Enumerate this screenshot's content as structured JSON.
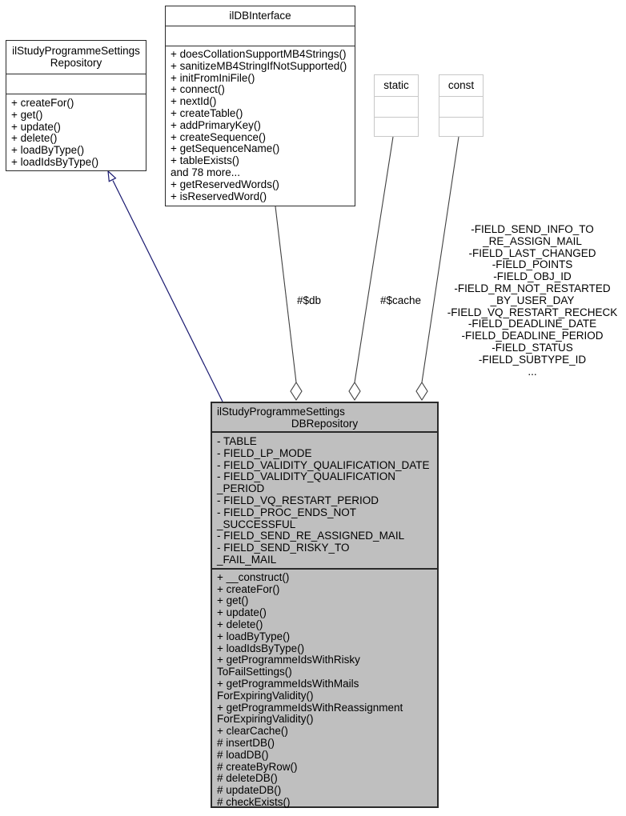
{
  "classes": {
    "settings_repository": {
      "name_lines": [
        "ilStudyProgrammeSettings",
        "Repository"
      ],
      "methods": [
        "+ createFor()",
        "+ get()",
        "+ update()",
        "+ delete()",
        "+ loadByType()",
        "+ loadIdsByType()"
      ]
    },
    "db_interface": {
      "name": "ilDBInterface",
      "methods": [
        "+ doesCollationSupportMB4Strings()",
        "+ sanitizeMB4StringIfNotSupported()",
        "+ initFromIniFile()",
        "+ connect()",
        "+ nextId()",
        "+ createTable()",
        "+ addPrimaryKey()",
        "+ createSequence()",
        "+ getSequenceName()",
        "+ tableExists()",
        "and 78 more...",
        "+ getReservedWords()",
        "+ isReservedWord()"
      ]
    },
    "static_type": {
      "name": "static"
    },
    "const_type": {
      "name": "const"
    },
    "settings_db_repository": {
      "name_lines": [
        "ilStudyProgrammeSettings",
        "DBRepository"
      ],
      "attributes": [
        "- TABLE",
        "- FIELD_LP_MODE",
        "- FIELD_VALIDITY_QUALIFICATION_DATE",
        "- FIELD_VALIDITY_QUALIFICATION",
        "_PERIOD",
        "- FIELD_VQ_RESTART_PERIOD",
        "- FIELD_PROC_ENDS_NOT",
        "_SUCCESSFUL",
        "- FIELD_SEND_RE_ASSIGNED_MAIL",
        "- FIELD_SEND_RISKY_TO",
        "_FAIL_MAIL"
      ],
      "methods": [
        "+ __construct()",
        "+ createFor()",
        "+ get()",
        "+ update()",
        "+ delete()",
        "+ loadByType()",
        "+ loadIdsByType()",
        "+ getProgrammeIdsWithRisky",
        "ToFailSettings()",
        "+ getProgrammeIdsWithMails",
        "ForExpiringValidity()",
        "+ getProgrammeIdsWithReassignment",
        "ForExpiringValidity()",
        "+ clearCache()",
        "# insertDB()",
        "# loadDB()",
        "# createByRow()",
        "# deleteDB()",
        "# updateDB()",
        "# checkExists()"
      ]
    }
  },
  "edges": {
    "inheritance": {
      "type": "public-inheritance",
      "from": "ilStudyProgrammeSettingsDBRepository",
      "to": "ilStudyProgrammeSettingsRepository"
    },
    "db": {
      "label": "#$db"
    },
    "cache": {
      "label": "#$cache"
    },
    "const_fields": {
      "lines": [
        "-FIELD_SEND_INFO_TO",
        "_RE_ASSIGN_MAIL",
        "-FIELD_LAST_CHANGED",
        "-FIELD_POINTS",
        "-FIELD_OBJ_ID",
        "-FIELD_RM_NOT_RESTARTED",
        "_BY_USER_DAY",
        "-FIELD_VQ_RESTART_RECHECK",
        "-FIELD_DEADLINE_DATE",
        "-FIELD_DEADLINE_PERIOD",
        "-FIELD_STATUS",
        "-FIELD_SUBTYPE_ID",
        "..."
      ]
    }
  },
  "colors": {
    "main_node_fill": "#bfbfbf",
    "node_fill": "#ffffff",
    "border": "#2a2a2a",
    "muted_border": "#c8c8c8",
    "edge": "#404040",
    "inheritance_edge": "#191970"
  }
}
